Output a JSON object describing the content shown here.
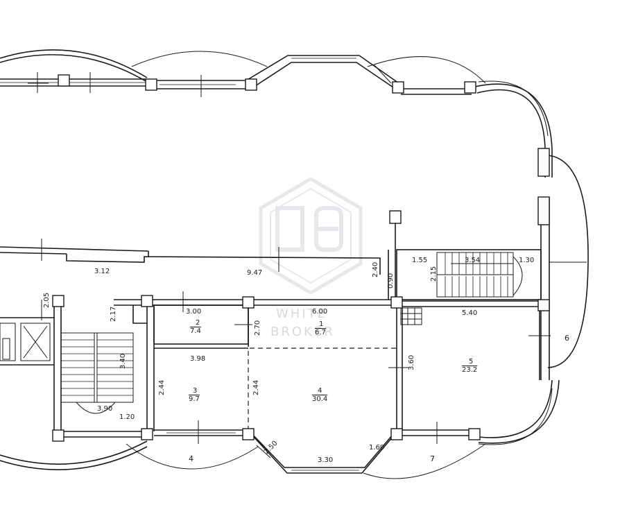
{
  "plan": {
    "dimensions": {
      "d312": "3.12",
      "d947": "9.47",
      "d240": "2.40",
      "d090": "0.90",
      "d155": "1.55",
      "d354": "3.54",
      "d130": "1.30",
      "d215": "2.15",
      "d205": "2.05",
      "d217": "2.17",
      "d300": "3.00",
      "d600": "6.00",
      "d540": "5.40",
      "d270": "2.70",
      "d398": "3.98",
      "d340": "3.40",
      "d360": "3.60",
      "d244a": "2.44",
      "d244b": "2.44",
      "d390": "3.90",
      "d120": "1.20",
      "d250": "2.50",
      "d330": "3.30",
      "d160": "1.60"
    },
    "rooms": {
      "r1_num": "1",
      "r1_area": "6.7",
      "r2_num": "2",
      "r2_area": "7.4",
      "r3_num": "3",
      "r3_area": "9.7",
      "r4_num": "4",
      "r4_area": "30.4",
      "r5_num": "5",
      "r5_area": "23.2"
    },
    "balconies": {
      "b4": "4",
      "b6": "6",
      "b7": "7"
    },
    "watermark": {
      "line1": "WHITE",
      "line2": "BROKER"
    }
  }
}
